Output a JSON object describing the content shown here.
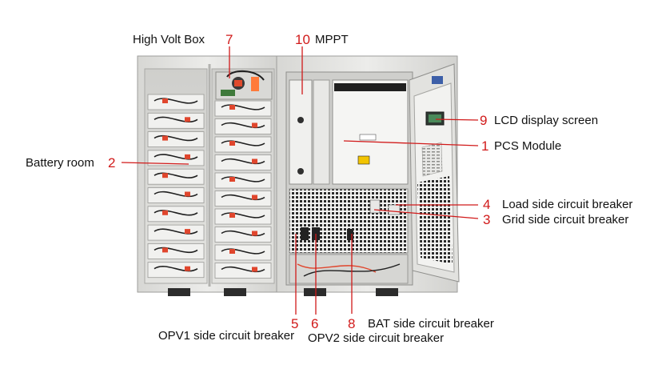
{
  "colors": {
    "accent_red": "#d11a1a",
    "cabinet": "#e6e6e4",
    "cabinet_shadow": "#b9b9b6",
    "battery": "#f1f1ef",
    "cable_red": "#e0462d",
    "cable_black": "#1e1e1e",
    "text": "#111111"
  },
  "callouts": [
    {
      "number": "1",
      "label": "PCS Module"
    },
    {
      "number": "2",
      "label": "Battery room"
    },
    {
      "number": "3",
      "label": "Grid side circuit breaker"
    },
    {
      "number": "4",
      "label": "Load side circuit breaker"
    },
    {
      "number": "5",
      "label": "OPV1 side circuit breaker"
    },
    {
      "number": "6",
      "label": "OPV2 side circuit breaker"
    },
    {
      "number": "7",
      "label": "High Volt Box"
    },
    {
      "number": "8",
      "label": "BAT side circuit breaker"
    },
    {
      "number": "9",
      "label": "LCD display screen"
    },
    {
      "number": "10",
      "label": "MPPT"
    }
  ]
}
